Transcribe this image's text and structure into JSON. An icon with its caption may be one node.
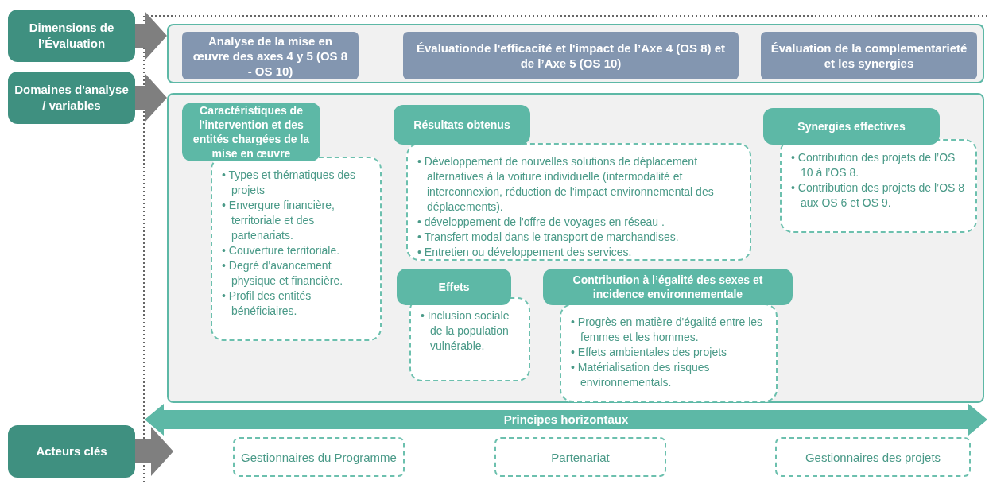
{
  "diagram": {
    "nodes": [
      {
        "text": [
          "Dimensions de l’Évaluation"
        ]
      },
      {
        "text": [],
        "shape": "box"
      },
      {
        "text": [
          "Analyse de la mise en œuvre des axes 4 y 5 (OS 8 - OS 10)"
        ],
        "in": 1
      },
      {
        "text": [
          "Évaluationde l'efficacité et l'impact de l’Axe 4 (OS 8) et de l’Axe 5 (OS 10)"
        ],
        "in": 1
      },
      {
        "text": [
          "Évaluation de la complementarieté et les synergies"
        ],
        "in": 1
      },
      {
        "text": [
          "Domaines d'analyse / variables"
        ]
      },
      {
        "text": [],
        "shape": "box"
      },
      {
        "text": [
          "Caractéristiques de l'intervention et des entités chargées de la mise en œuvre"
        ],
        "in": 6
      },
      {
        "text": [
          "• Types et thématiques des projets",
          "• Envergure financière, territoriale et des partenariats.",
          "• Couverture territoriale.",
          "• Degré d'avancement physique et financière.",
          "• Profil des entités bénéficiaires."
        ],
        "in": 6
      },
      {
        "text": [
          "Résultats obtenus"
        ],
        "in": 6
      },
      {
        "text": [
          "• Développement de nouvelles solutions de déplacement alternatives à la voiture individuelle (intermodalité et interconnexion, réduction de l'impact environnemental des déplacements).",
          "• développement de l'offre de voyages en réseau .",
          "• Transfert modal dans le transport de marchandises.",
          "• Entretien ou développement des services."
        ],
        "in": 6
      },
      {
        "text": [
          "Synergies effectives"
        ],
        "in": 6
      },
      {
        "text": [
          "• Contribution des projets de l’OS 10 à l’OS 8.",
          "• Contribution des projets de l’OS 8 aux OS 6 et OS 9."
        ],
        "in": 6
      },
      {
        "text": [
          "Effets"
        ],
        "in": 6
      },
      {
        "text": [
          "• Inclusion sociale de la population vulnérable."
        ],
        "in": 6
      },
      {
        "text": [
          "Contribution à l’égalité des sexes et incidence environnementale"
        ],
        "in": 6
      },
      {
        "text": [
          "• Progrès en matière d'égalité entre les femmes et les hommes.",
          "• Effets ambientales des projets",
          "• Matérialisation des risques environnementals."
        ],
        "in": 6
      },
      {
        "text": [
          "Principes horizontaux"
        ]
      },
      {
        "text": [
          "Acteurs clés"
        ]
      },
      {
        "text": [
          "Gestionnaires du Programme"
        ]
      },
      {
        "text": [
          "Partenariat"
        ]
      },
      {
        "text": [
          "Gestionnaires des projets"
        ]
      }
    ],
    "edges": [
      {
        "from": 0,
        "to": 1,
        "arrow": "to",
        "style": "thick",
        "color": "#7f7f7f"
      },
      {
        "from": 5,
        "to": 6,
        "arrow": "to",
        "style": "thick",
        "color": "#7f7f7f"
      },
      {
        "from": 18,
        "to": null,
        "arrow": "to",
        "style": "thick",
        "color": "#7f7f7f"
      }
    ]
  }
}
